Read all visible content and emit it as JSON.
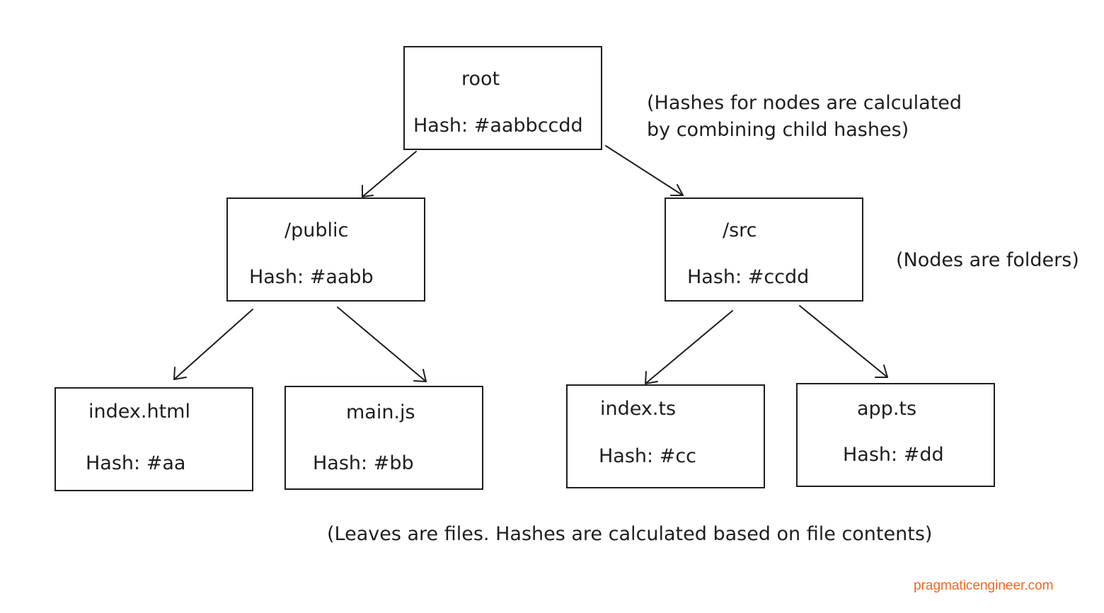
{
  "colors": {
    "stroke": "#1e1e1e",
    "background": "#ffffff",
    "brand": "#f2661c"
  },
  "nodes": {
    "root": {
      "name": "root",
      "hash": "Hash: #aabbccdd"
    },
    "public": {
      "name": "/public",
      "hash": "Hash: #aabb"
    },
    "src": {
      "name": "/src",
      "hash": "Hash: #ccdd"
    },
    "index_html": {
      "name": "index.html",
      "hash": "Hash: #aa"
    },
    "main_js": {
      "name": "main.js",
      "hash": "Hash: #bb"
    },
    "index_ts": {
      "name": "index.ts",
      "hash": "Hash: #cc"
    },
    "app_ts": {
      "name": "app.ts",
      "hash": "Hash: #dd"
    }
  },
  "notes": {
    "node_hashes_line1": "(Hashes for nodes are calculated",
    "node_hashes_line2": "by combining child hashes)",
    "folders": "(Nodes are folders)",
    "leaves": "(Leaves are files. Hashes are calculated  based on file contents)"
  },
  "credit": "pragmaticengineer.com"
}
